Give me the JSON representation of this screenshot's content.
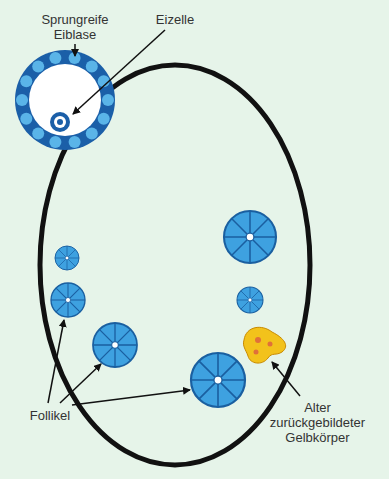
{
  "diagram": {
    "labels": [
      "Sprungreife Eiblase",
      "Eizelle",
      "Follikel",
      "Alter zurückgebildeter Gelbkörper"
    ]
  }
}
